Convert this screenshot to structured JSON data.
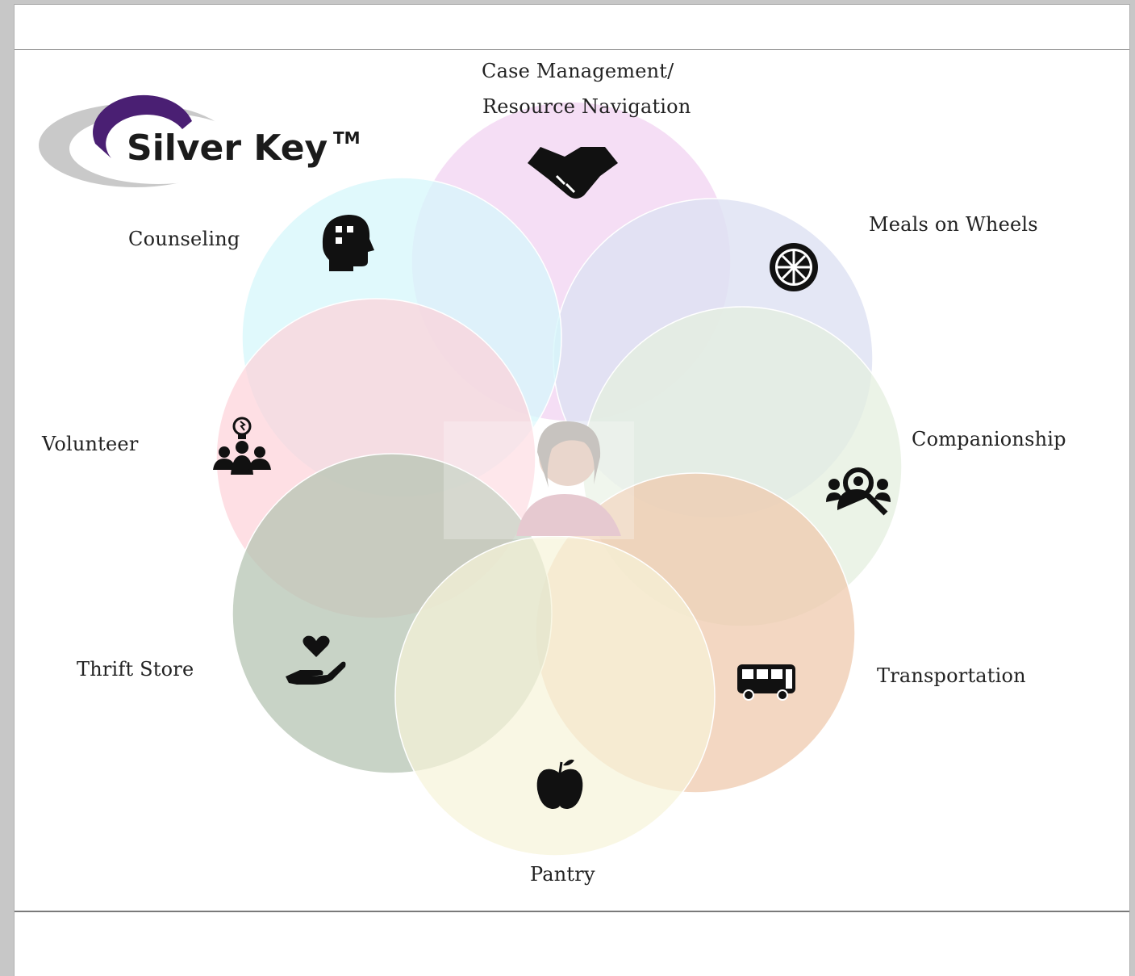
{
  "logo": {
    "name": "Silver Key",
    "trademark": "TM"
  },
  "center": {
    "image": "elderly-woman-photo"
  },
  "services": [
    {
      "id": "case-management",
      "label_line1": "Case Management/",
      "label_line2": "Resource Navigation",
      "icon": "handshake-icon",
      "color": "#f2d3f2"
    },
    {
      "id": "meals-on-wheels",
      "label_line1": "Meals on Wheels",
      "label_line2": "",
      "icon": "wheel-icon",
      "color": "#dde1f2"
    },
    {
      "id": "companionship",
      "label_line1": "Companionship",
      "label_line2": "",
      "icon": "people-search-icon",
      "color": "#e4efdf"
    },
    {
      "id": "transportation",
      "label_line1": "Transportation",
      "label_line2": "",
      "icon": "bus-icon",
      "color": "#efc9ae"
    },
    {
      "id": "pantry",
      "label_line1": "Pantry",
      "label_line2": "",
      "icon": "apple-icon",
      "color": "#f7f3d8"
    },
    {
      "id": "thrift-store",
      "label_line1": "Thrift Store",
      "label_line2": "",
      "icon": "heart-hand-icon",
      "color": "#b6c4b3"
    },
    {
      "id": "volunteer",
      "label_line1": "Volunteer",
      "label_line2": "",
      "icon": "group-idea-icon",
      "color": "#fdd2d9"
    },
    {
      "id": "counseling",
      "label_line1": "Counseling",
      "label_line2": "",
      "icon": "head-puzzle-icon",
      "color": "#d6f7fb"
    }
  ]
}
